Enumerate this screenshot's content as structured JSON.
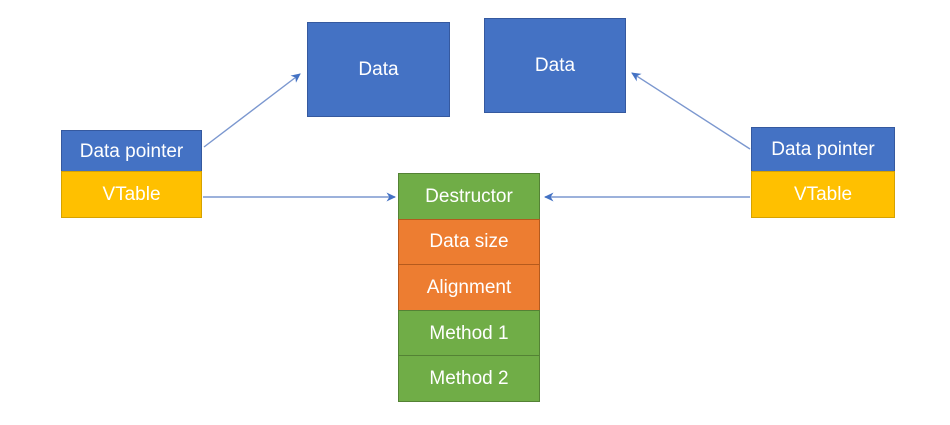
{
  "canvas": {
    "background": "#FFFFFF"
  },
  "colors": {
    "blue_fill": "#4472C4",
    "blue_border": "#35599F",
    "yellow_fill": "#FFC000",
    "yellow_border": "#D6A200",
    "green_fill": "#70AD47",
    "green_border": "#548235",
    "orange_fill": "#ED7D31",
    "orange_border": "#B55A1D",
    "arrow_line": "#7B97CF",
    "arrow_head": "#4472C4",
    "text": "#FFFFFF"
  },
  "diagram": {
    "data_left": {
      "label": "Data"
    },
    "data_right": {
      "label": "Data"
    },
    "left_object": {
      "pointer_label": "Data pointer",
      "vtable_label": "VTable"
    },
    "right_object": {
      "pointer_label": "Data pointer",
      "vtable_label": "VTable"
    },
    "vtable_stack": {
      "rows": [
        {
          "label": "Destructor",
          "color": "green"
        },
        {
          "label": "Data size",
          "color": "orange"
        },
        {
          "label": "Alignment",
          "color": "orange"
        },
        {
          "label": "Method 1",
          "color": "green"
        },
        {
          "label": "Method 2",
          "color": "green"
        }
      ]
    }
  }
}
